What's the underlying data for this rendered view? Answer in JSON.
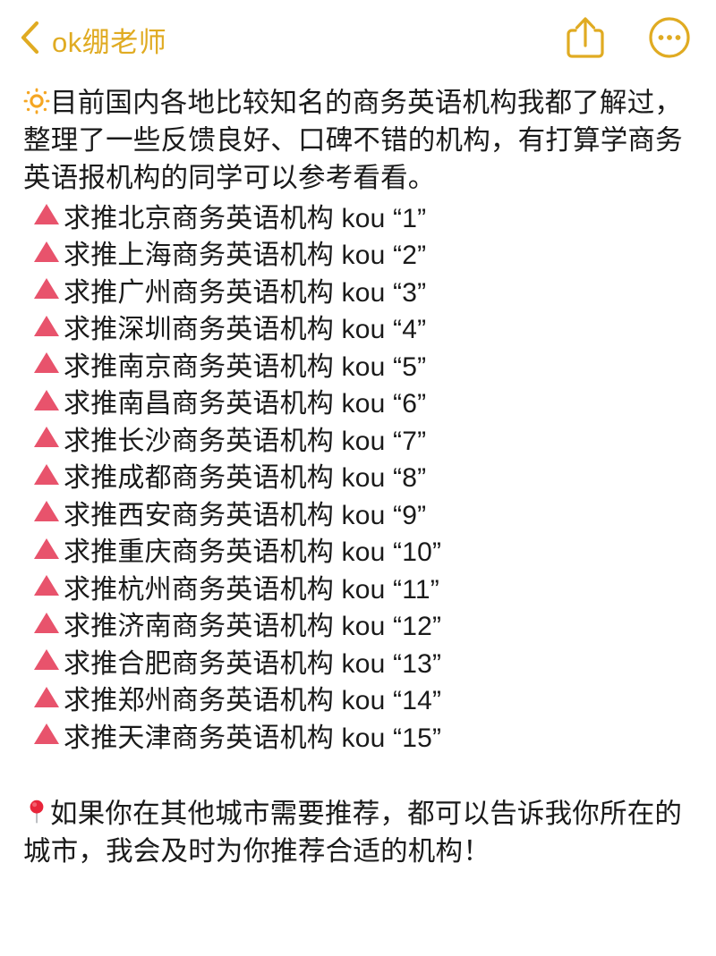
{
  "header": {
    "back_icon": "chevron-left-icon",
    "title": "ok绷老师",
    "share_icon": "share-upload-icon",
    "more_icon": "more-dots-circle-icon",
    "accent_color": "#e0ab22"
  },
  "post": {
    "intro_emoji": "sun-icon",
    "intro_text": "目前国内各地比较知名的商务英语机构我都了解过，整理了一些反馈良好、口碑不错的机构，有打算学商务英语报机构的同学可以参考看看。",
    "bullet_icon": "red-triangle-icon",
    "bullet_color": "#e8536c",
    "items": [
      {
        "prefix": "求推",
        "city": "北京",
        "suffix": "商务英语机构",
        "keyword": "kou",
        "number": "1",
        "text": "求推北京商务英语机构 kou “1”"
      },
      {
        "prefix": "求推",
        "city": "上海",
        "suffix": "商务英语机构",
        "keyword": "kou",
        "number": "2",
        "text": "求推上海商务英语机构 kou “2”"
      },
      {
        "prefix": "求推",
        "city": "广州",
        "suffix": "商务英语机构",
        "keyword": "kou",
        "number": "3",
        "text": "求推广州商务英语机构 kou “3”"
      },
      {
        "prefix": "求推",
        "city": "深圳",
        "suffix": "商务英语机构",
        "keyword": "kou",
        "number": "4",
        "text": "求推深圳商务英语机构 kou “4”"
      },
      {
        "prefix": "求推",
        "city": "南京",
        "suffix": "商务英语机构",
        "keyword": "kou",
        "number": "5",
        "text": "求推南京商务英语机构 kou “5”"
      },
      {
        "prefix": "求推",
        "city": "南昌",
        "suffix": "商务英语机构",
        "keyword": "kou",
        "number": "6",
        "text": "求推南昌商务英语机构 kou “6”"
      },
      {
        "prefix": "求推",
        "city": "长沙",
        "suffix": "商务英语机构",
        "keyword": "kou",
        "number": "7",
        "text": "求推长沙商务英语机构 kou “7”"
      },
      {
        "prefix": "求推",
        "city": "成都",
        "suffix": "商务英语机构",
        "keyword": "kou",
        "number": "8",
        "text": "求推成都商务英语机构 kou “8”"
      },
      {
        "prefix": "求推",
        "city": "西安",
        "suffix": "商务英语机构",
        "keyword": "kou",
        "number": "9",
        "text": "求推西安商务英语机构 kou “9”"
      },
      {
        "prefix": "求推",
        "city": "重庆",
        "suffix": "商务英语机构",
        "keyword": "kou",
        "number": "10",
        "text": "求推重庆商务英语机构 kou “10”"
      },
      {
        "prefix": "求推",
        "city": "杭州",
        "suffix": "商务英语机构",
        "keyword": "kou",
        "number": "11",
        "text": "求推杭州商务英语机构 kou “11”"
      },
      {
        "prefix": "求推",
        "city": "济南",
        "suffix": "商务英语机构",
        "keyword": "kou",
        "number": "12",
        "text": "求推济南商务英语机构 kou “12”"
      },
      {
        "prefix": "求推",
        "city": "合肥",
        "suffix": "商务英语机构",
        "keyword": "kou",
        "number": "13",
        "text": "求推合肥商务英语机构 kou “13”"
      },
      {
        "prefix": "求推",
        "city": "郑州",
        "suffix": "商务英语机构",
        "keyword": "kou",
        "number": "14",
        "text": "求推郑州商务英语机构 kou “14”"
      },
      {
        "prefix": "求推",
        "city": "天津",
        "suffix": "商务英语机构",
        "keyword": "kou",
        "number": "15",
        "text": "求推天津商务英语机构 kou “15”"
      }
    ],
    "outro_emoji": "round-pushpin-icon",
    "outro_text": "如果你在其他城市需要推荐，都可以告诉我你所在的城市，我会及时为你推荐合适的机构！"
  }
}
